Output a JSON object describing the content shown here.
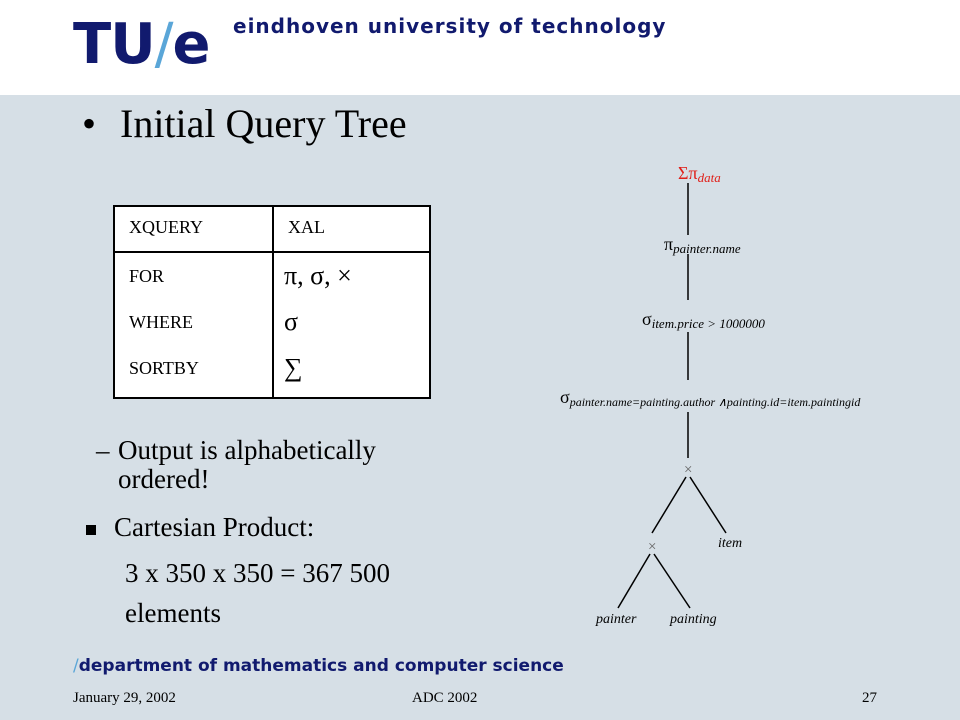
{
  "header": {
    "logo_tu": "TU",
    "logo_slash": "/",
    "logo_e": "e",
    "university": "eindhoven university of technology"
  },
  "slide": {
    "title": "Initial Query Tree",
    "bullet": "•"
  },
  "table": {
    "headers": [
      "XQUERY",
      "XAL"
    ],
    "left_items": [
      "FOR",
      "WHERE",
      "SORTBY"
    ],
    "right_items": [
      "π, σ, ×",
      "σ",
      "∑"
    ]
  },
  "bullets": {
    "dash": "–",
    "output_text": "Output is alphabetically ordered!",
    "cartesian_text": "Cartesian Product:",
    "calc_text": "3 x 350 x 350 = 367 500",
    "elements_text": "elements"
  },
  "tree": {
    "nodes": {
      "root_sigma": "Σ",
      "root_pi": "π",
      "root_sub": "data",
      "proj_pi": "π",
      "proj_sub": "painter.name",
      "sel1_sigma": "σ",
      "sel1_sub": "item.price > 1000000",
      "sel2_sigma": "σ",
      "sel2_sub": "painter.name=painting.author ∧painting.id=item.paintingid",
      "cross_top": "×",
      "cross_bottom": "×",
      "leaf_item": "item",
      "leaf_painter": "painter",
      "leaf_painting": "painting"
    },
    "colors": {
      "root": "#e0201a",
      "normal": "#000000"
    }
  },
  "footer": {
    "dept_slash": "/",
    "department": "department of mathematics and computer science",
    "date": "January 29, 2002",
    "conference": "ADC 2002",
    "page": "27"
  }
}
